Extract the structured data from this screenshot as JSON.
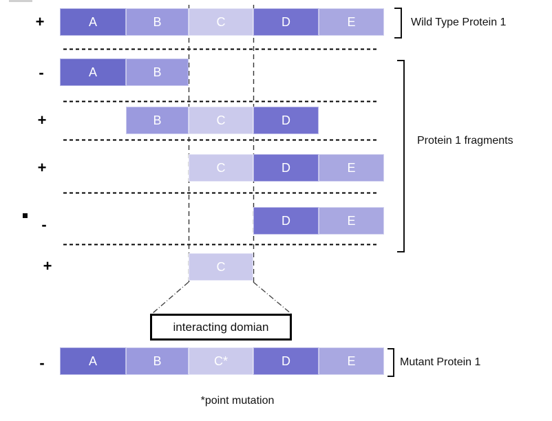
{
  "colors": {
    "A": "#6b6bca",
    "B": "#9b9ade",
    "C": "#cbcaec",
    "D": "#7472cf",
    "E": "#a9a8e1"
  },
  "rows": [
    {
      "name": "wild-type-protein-1",
      "sign": "+",
      "domains": [
        {
          "label": "A"
        },
        {
          "label": "B"
        },
        {
          "label": "C"
        },
        {
          "label": "D"
        },
        {
          "label": "E"
        }
      ]
    },
    {
      "name": "fragment-ab",
      "sign": "-",
      "domains": [
        {
          "label": "A"
        },
        {
          "label": "B"
        }
      ]
    },
    {
      "name": "fragment-bcd",
      "sign": "+",
      "domains": [
        {
          "label": "B"
        },
        {
          "label": "C"
        },
        {
          "label": "D"
        }
      ]
    },
    {
      "name": "fragment-cde",
      "sign": "+",
      "domains": [
        {
          "label": "C"
        },
        {
          "label": "D"
        },
        {
          "label": "E"
        }
      ]
    },
    {
      "name": "fragment-de",
      "sign": "-",
      "domains": [
        {
          "label": "D"
        },
        {
          "label": "E"
        }
      ]
    },
    {
      "name": "fragment-c",
      "sign": "+",
      "domains": [
        {
          "label": "C"
        }
      ]
    },
    {
      "name": "mutant-protein-1",
      "sign": "-",
      "domains": [
        {
          "label": "A"
        },
        {
          "label": "B"
        },
        {
          "label": "C*"
        },
        {
          "label": "D"
        },
        {
          "label": "E"
        }
      ]
    }
  ],
  "labels": {
    "wild_type": "Wild Type Protein 1",
    "fragments": "Protein 1 fragments",
    "mutant": "Mutant Protein 1",
    "interacting_domain": "interacting domian",
    "footnote": "*point mutation"
  }
}
